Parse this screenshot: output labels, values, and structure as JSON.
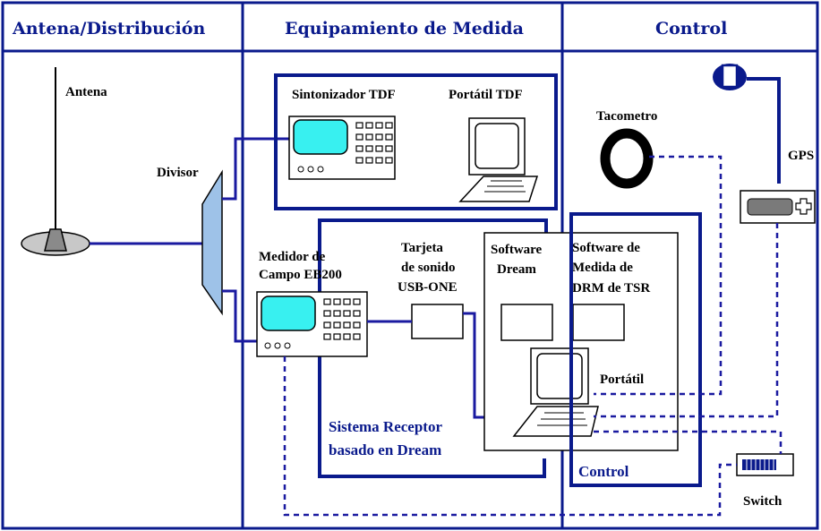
{
  "columns": {
    "antenna": "Antena/Distribución",
    "measurement": "Equipamiento de Medida",
    "control": "Control"
  },
  "labels": {
    "antena": "Antena",
    "divisor": "Divisor",
    "sintonizador": "Sintonizador TDF",
    "portatil_tdf": "Portátil TDF",
    "tacometro": "Tacometro",
    "gps": "GPS",
    "medidor_l1": "Medidor de",
    "medidor_l2": "Campo EB200",
    "tarjeta_l1": "Tarjeta",
    "tarjeta_l2": "de sonido",
    "tarjeta_l3": "USB-ONE",
    "sw_dream_l1": "Software",
    "sw_dream_l2": "Dream",
    "sw_drm_l1": "Software de",
    "sw_drm_l2": "Medida de",
    "sw_drm_l3": "DRM de TSR",
    "portatil": "Portátil",
    "sistema_l1": "Sistema Receptor",
    "sistema_l2": "basado en Dream",
    "control_box": "Control",
    "switch": "Switch"
  },
  "colors": {
    "navy": "#0a1a8c",
    "line_blue": "#1a1aa0",
    "screen_cyan": "#38f0f0",
    "divisor_fill": "#9ec2e8",
    "antenna_base": "#c8c8c8"
  }
}
